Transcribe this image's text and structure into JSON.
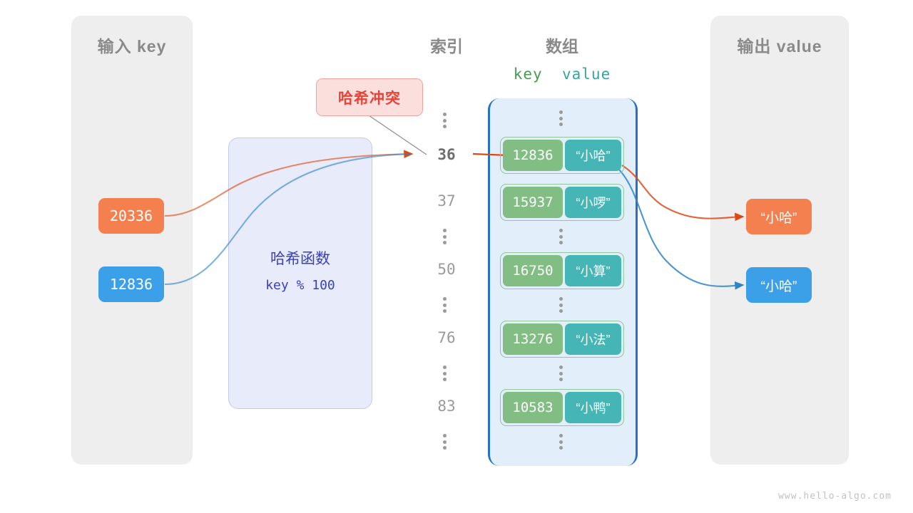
{
  "input_panel": {
    "title": "输入 key"
  },
  "output_panel": {
    "title": "输出 value"
  },
  "columns": {
    "index_title": "索引",
    "array_title": "数组",
    "key_header": "key",
    "value_header": "value"
  },
  "hash_function": {
    "name": "哈希函数",
    "expression": "key % 100"
  },
  "callout": {
    "label": "哈希冲突"
  },
  "input_keys": [
    {
      "value": "20336",
      "color": "#f4804f"
    },
    {
      "value": "12836",
      "color": "#3ca0e8"
    }
  ],
  "outputs": [
    {
      "value": "“小哈”",
      "color": "#f4804f"
    },
    {
      "value": "“小哈”",
      "color": "#3ca0e8"
    }
  ],
  "indices": [
    {
      "label": "⋮",
      "type": "dots"
    },
    {
      "label": "36",
      "type": "num",
      "highlight": true
    },
    {
      "label": "37",
      "type": "num",
      "highlight": false
    },
    {
      "label": "⋮",
      "type": "dots"
    },
    {
      "label": "50",
      "type": "num",
      "highlight": false
    },
    {
      "label": "⋮",
      "type": "dots"
    },
    {
      "label": "76",
      "type": "num",
      "highlight": false
    },
    {
      "label": "⋮",
      "type": "dots"
    },
    {
      "label": "83",
      "type": "num",
      "highlight": false
    },
    {
      "label": "⋮",
      "type": "dots"
    }
  ],
  "array_entries": [
    {
      "index": "36",
      "key": "12836",
      "value": "“小哈”"
    },
    {
      "index": "37",
      "key": "15937",
      "value": "“小啰”"
    },
    {
      "index": "50",
      "key": "16750",
      "value": "“小算”"
    },
    {
      "index": "76",
      "key": "13276",
      "value": "“小法”"
    },
    {
      "index": "83",
      "key": "10583",
      "value": "“小鸭”"
    }
  ],
  "colors": {
    "panel_bg": "#eeeeee",
    "array_bg": "#e2effa",
    "array_border": "#2273c4",
    "key_cell": "#82bd84",
    "value_cell": "#45b5b5",
    "entry_border": "#93c79b",
    "hash_box_bg": "#e2e6f8",
    "hash_box_border": "#c3caee",
    "hash_text": "#3a3fbf",
    "callout_bg": "#fbdfdd",
    "callout_border": "#f2a49c",
    "callout_text": "#e5443a",
    "orange": "#f4804f",
    "blue": "#3ca0e8",
    "title_gray": "#8a8a8a"
  },
  "watermark": "www.hello-algo.com"
}
